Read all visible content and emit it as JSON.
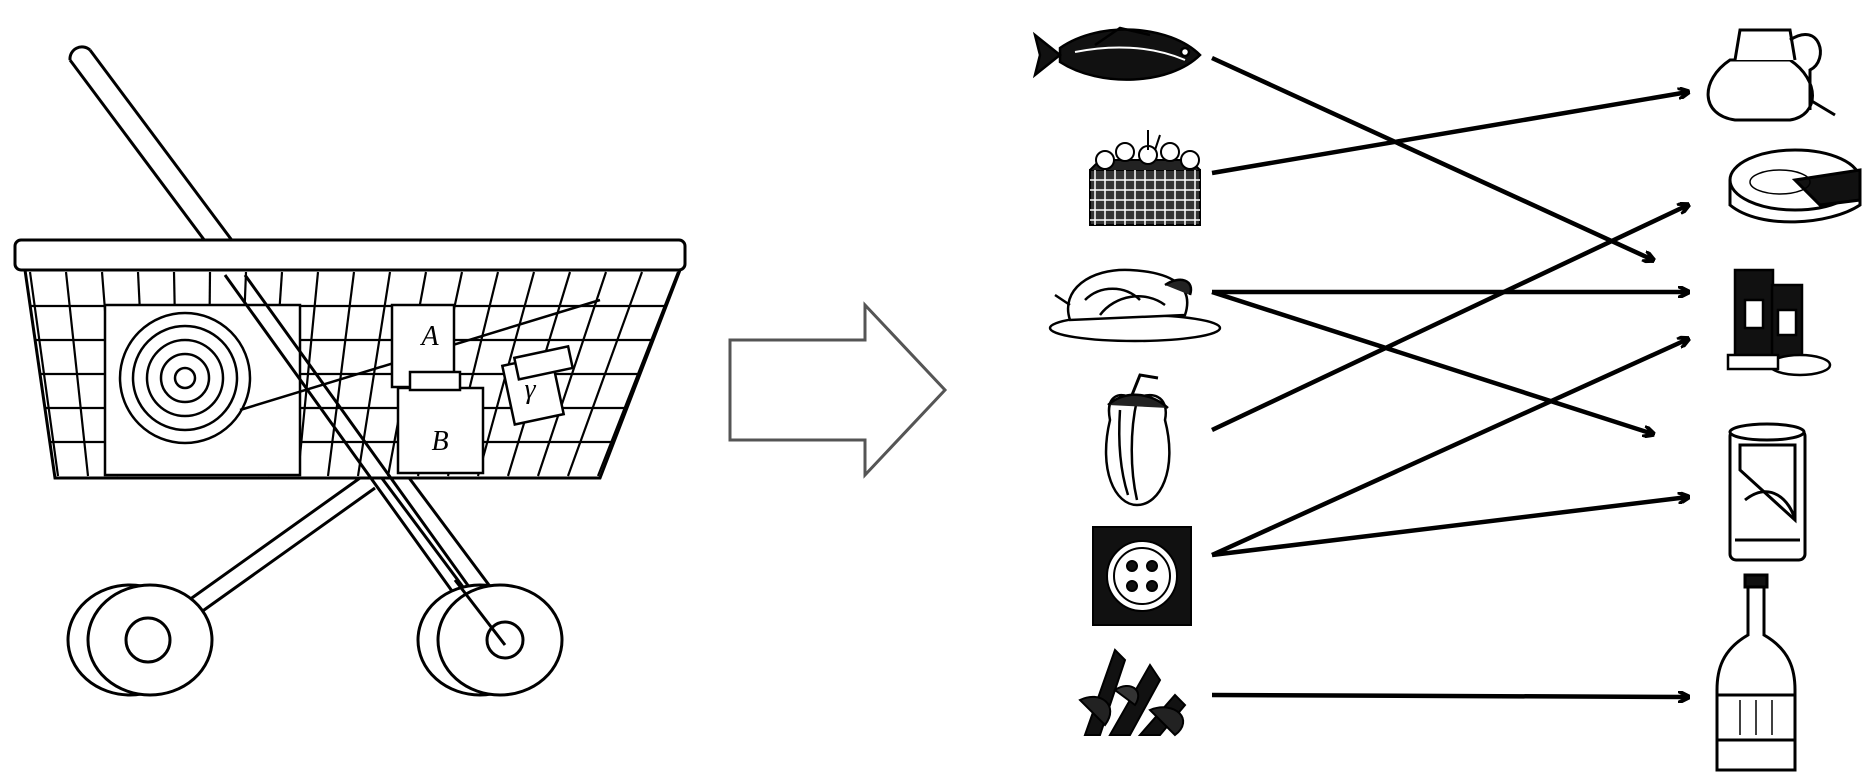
{
  "diagram": {
    "basket_item_labels": [
      "A",
      "B",
      "γ"
    ],
    "left_items": [
      {
        "id": "fish",
        "icon": "fish-icon"
      },
      {
        "id": "berries",
        "icon": "berry-basket-icon"
      },
      {
        "id": "chicken",
        "icon": "roast-chicken-icon"
      },
      {
        "id": "pepper",
        "icon": "bell-pepper-icon"
      },
      {
        "id": "cookie",
        "icon": "cookie-box-icon"
      },
      {
        "id": "herbs",
        "icon": "herbs-icon"
      }
    ],
    "right_items": [
      {
        "id": "jug",
        "icon": "jug-icon"
      },
      {
        "id": "cheese",
        "icon": "cheese-wheel-icon"
      },
      {
        "id": "cans",
        "icon": "cans-icon"
      },
      {
        "id": "can",
        "icon": "soda-can-icon"
      },
      {
        "id": "bottle",
        "icon": "wine-bottle-icon"
      }
    ],
    "associations": [
      {
        "from": "fish",
        "to": "cans"
      },
      {
        "from": "berries",
        "to": "jug"
      },
      {
        "from": "chicken",
        "to": "cans"
      },
      {
        "from": "chicken",
        "to": "can"
      },
      {
        "from": "pepper",
        "to": "cheese"
      },
      {
        "from": "cookie",
        "to": "cans"
      },
      {
        "from": "cookie",
        "to": "can"
      },
      {
        "from": "herbs",
        "to": "bottle"
      }
    ],
    "colors": {
      "ink": "#000000",
      "background": "#ffffff",
      "arrow_fill": "#ffffff",
      "arrow_outline": "#555555"
    }
  }
}
